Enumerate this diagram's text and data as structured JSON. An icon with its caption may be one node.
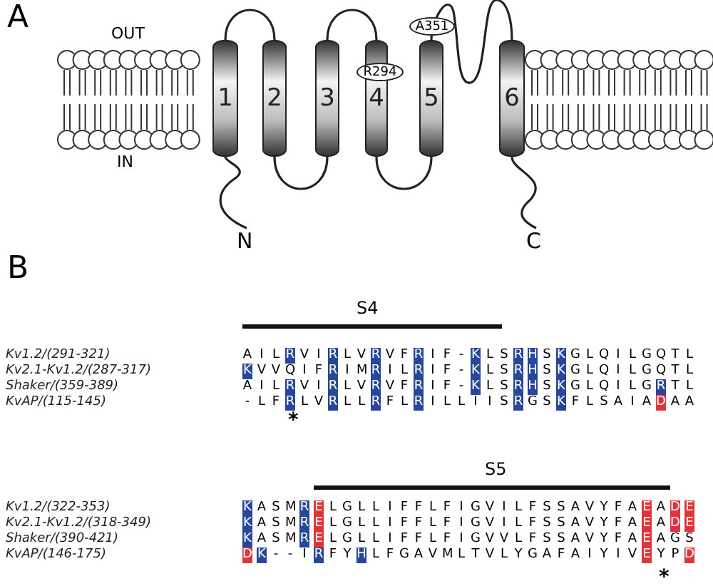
{
  "diagram": {
    "nodes": [
      {
        "text": [
          "1"
        ]
      },
      {
        "text": [
          "2"
        ]
      },
      {
        "text": [
          "3"
        ]
      },
      {
        "text": [
          "4"
        ]
      },
      {
        "text": [
          "5"
        ]
      },
      {
        "text": [
          "6"
        ]
      },
      {
        "text": [
          "R294"
        ]
      },
      {
        "text": [
          "A351"
        ]
      },
      {
        "text": [
          "N"
        ]
      },
      {
        "text": [
          "C"
        ]
      }
    ],
    "edges": [
      {
        "from": 8,
        "to": 0,
        "arrow": "none"
      },
      {
        "from": 0,
        "to": 1,
        "arrow": "none"
      },
      {
        "from": 1,
        "to": 2,
        "arrow": "none"
      },
      {
        "from": 2,
        "to": 3,
        "arrow": "none"
      },
      {
        "from": 3,
        "to": 4,
        "arrow": "none"
      },
      {
        "from": 4,
        "to": 5,
        "arrow": "none"
      },
      {
        "from": 5,
        "to": 9,
        "arrow": "none"
      }
    ],
    "labels": [
      "A",
      "OUT",
      "IN",
      "B",
      "S4",
      "Kv1.2/(291-321)",
      "A I L R V I R L V R V F R I F - K L S R H S K G L Q I L G Q T L",
      "Kv2.1-Kv1.2/(287-317)",
      "K V V Q I F R I M R I L R I F - K L S R H S K G L Q I L G Q T L",
      "Shaker/(359-389)",
      "A I L R V I R L V R V F R I F - K L S R H S K G L Q I L G R T L",
      "KvAP/(115-145)",
      "- L F R L V R L L R F L R I L L I I S R G S K F L S A I A D A A",
      "*",
      "S5",
      "Kv1.2/(322-353)",
      "K A S M R E L G L L I F F L F I G V I L F S S A V Y F A E A D E",
      "Kv2.1-Kv1.2/(318-349)",
      "K A S M R E L G L L I F F L F I G V I L F S S A V Y F A E A D E",
      "Shaker/(390-421)",
      "K A S M R E L G L L I F F L F I G V V L F S S A V Y F A E A G S",
      "KvAP/(146-175)",
      "D K - - I R F Y H L F G A V M L T V L Y G A F A I Y I V E Y P D",
      "*"
    ]
  }
}
